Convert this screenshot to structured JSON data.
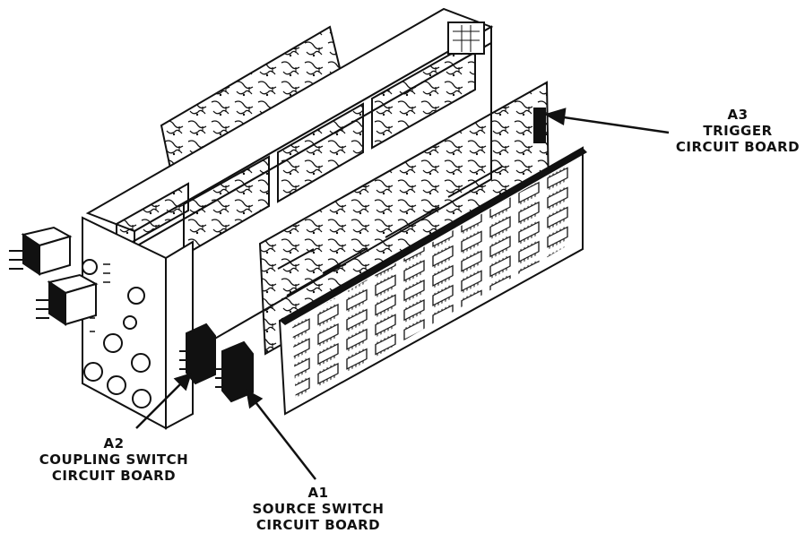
{
  "colors": {
    "ink": "#111111",
    "paper": "#ffffff",
    "board": "#f4f4f4"
  },
  "labels": {
    "a3": {
      "ref": "A3",
      "line1": "TRIGGER",
      "line2": "CIRCUIT BOARD"
    },
    "a2": {
      "ref": "A2",
      "line1": "COUPLING SWITCH",
      "line2": "CIRCUIT BOARD"
    },
    "a1": {
      "ref": "A1",
      "line1": "SOURCE SWITCH",
      "line2": "CIRCUIT BOARD"
    }
  }
}
